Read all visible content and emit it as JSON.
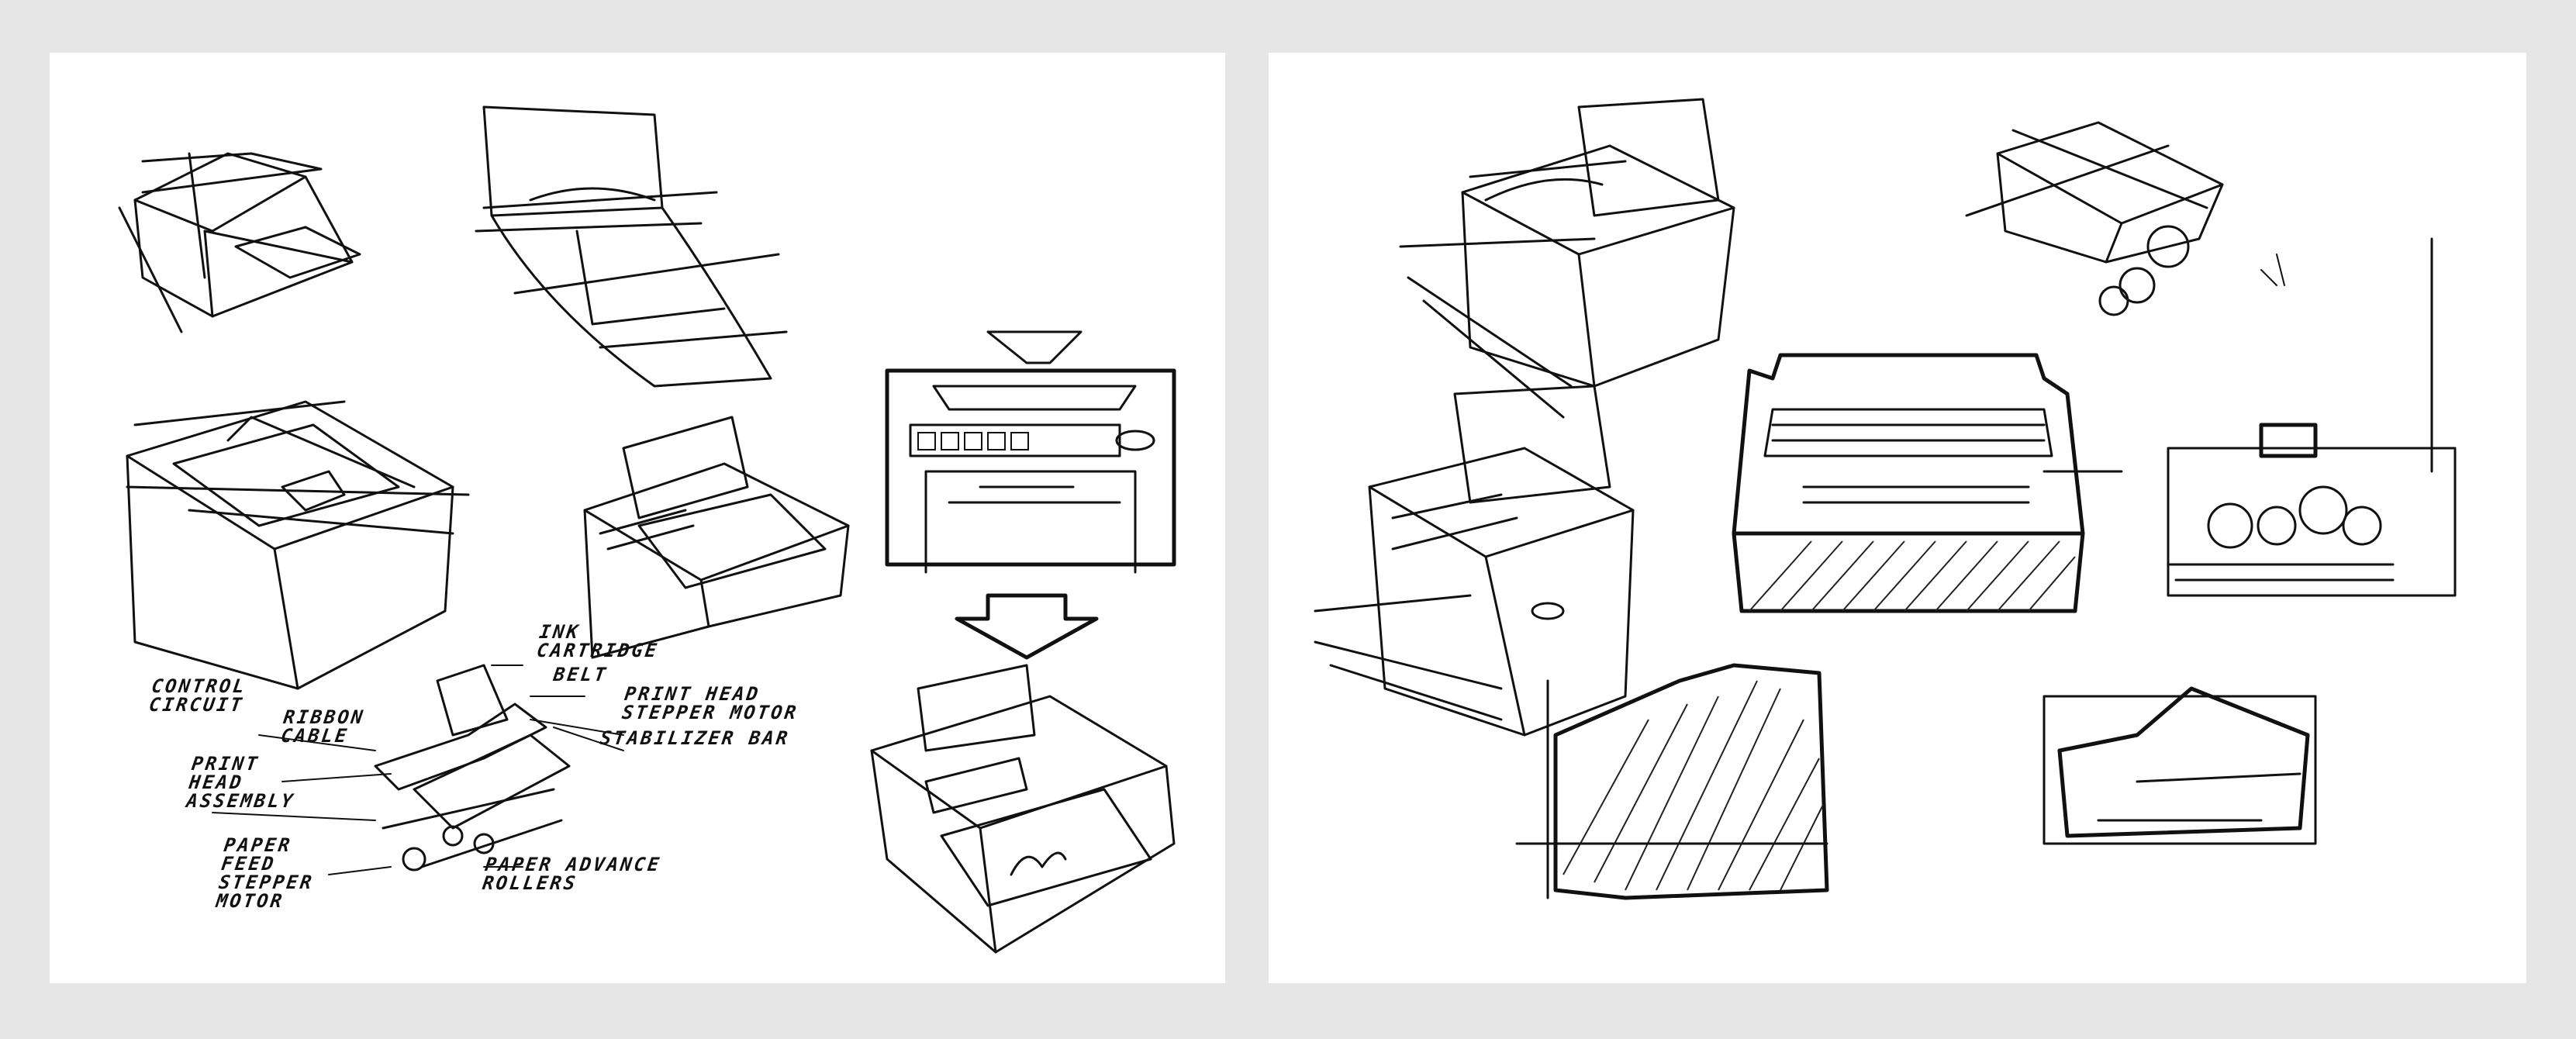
{
  "sheets": [
    {
      "name": "left-sketch-sheet"
    },
    {
      "name": "right-sketch-sheet"
    }
  ],
  "annotations": {
    "ink_cartridge": "INK\nCARTRIDGE",
    "belt": "BELT",
    "print_head_stepper_motor": "PRINT HEAD\nSTEPPER MOTOR",
    "stabilizer_bar": "STABILIZER BAR",
    "control_circuit": "CONTROL\nCIRCUIT",
    "ribbon_cable": "RIBBON\nCABLE",
    "print_head_assembly": "PRINT\nHEAD\nASSEMBLY",
    "paper_feed_stepper_motor": "PAPER\nFEED\nSTEPPER\nMOTOR",
    "paper_advance_rollers": "PAPER ADVANCE\nROLLERS"
  },
  "colors": {
    "background": "#e6e6e6",
    "paper": "#ffffff",
    "ink": "#111111"
  }
}
